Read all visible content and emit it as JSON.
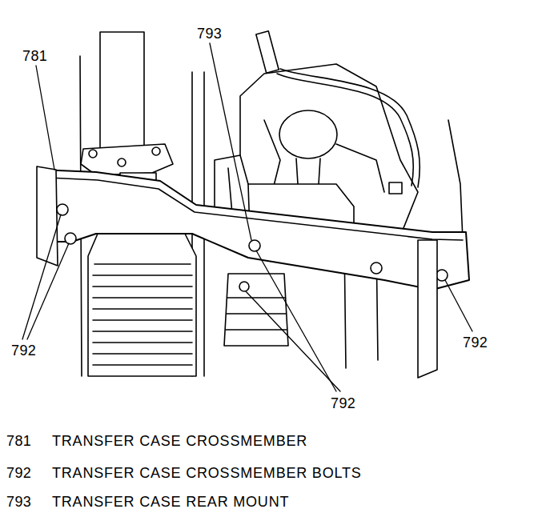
{
  "diagram": {
    "labels": [
      "781",
      "793",
      "792",
      "792",
      "792",
      "781",
      "TRANSFER CASE CROSSMEMBER",
      "792",
      "TRANSFER CASE CROSSMEMBER BOLTS",
      "793",
      "TRANSFER CASE REAR MOUNT"
    ]
  }
}
